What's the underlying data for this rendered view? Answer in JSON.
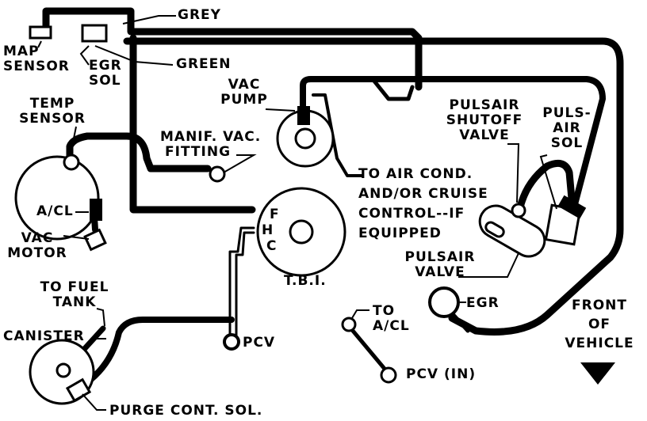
{
  "labels": {
    "grey": "GREY",
    "map_sensor": [
      "MAP",
      "SENSOR"
    ],
    "egr_sol": [
      "EGR",
      "SOL"
    ],
    "green": "GREEN",
    "vac_pump": [
      "VAC",
      "PUMP"
    ],
    "temp_sensor": [
      "TEMP",
      "SENSOR"
    ],
    "manif_vac": [
      "MANIF. VAC.",
      "FITTING"
    ],
    "pulsair_shutoff": [
      "PULSAIR",
      "SHUTOFF",
      "VALVE"
    ],
    "puls_air_sol": [
      "PULS-",
      "AIR",
      "SOL"
    ],
    "to_air_cond": [
      "TO AIR COND.",
      "AND/OR CRUISE",
      "CONTROL--IF",
      "EQUIPPED"
    ],
    "a_cl": "A/CL",
    "vac_motor": [
      "VAC",
      "MOTOR"
    ],
    "port_f": "F",
    "port_h": "H",
    "port_c": "C",
    "tbi": "T.B.I.",
    "pulsair_valve": [
      "PULSAIR",
      "VALVE"
    ],
    "to_fuel_tank": [
      "TO FUEL",
      "TANK"
    ],
    "to_a_cl": [
      "TO",
      "A/CL"
    ],
    "egr": "EGR",
    "front_of_vehicle": [
      "FRONT",
      "OF",
      "VEHICLE"
    ],
    "canister": "CANISTER",
    "pcv": "PCV",
    "pcv_in": "PCV (IN)",
    "purge_cont_sol": "PURGE CONT. SOL."
  }
}
